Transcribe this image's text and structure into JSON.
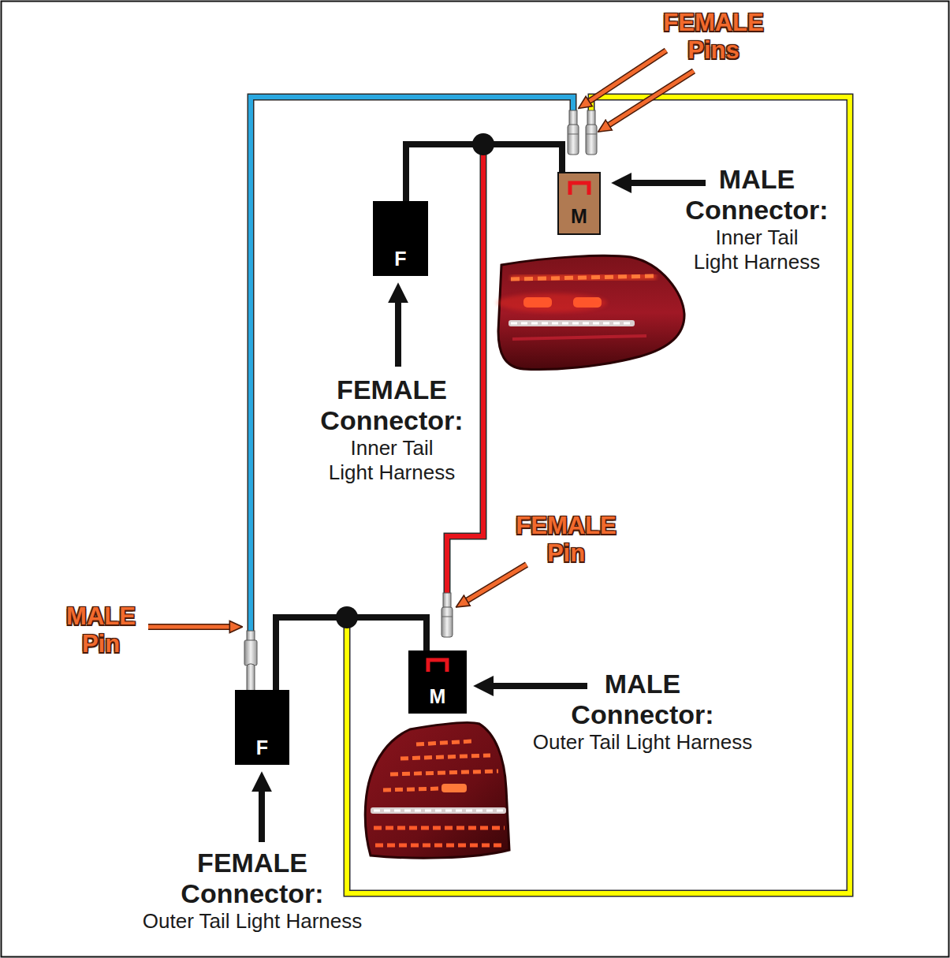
{
  "diagram": {
    "nodes": [
      {
        "text": [
          "F"
        ]
      },
      {
        "text": [
          "M"
        ]
      },
      {
        "text": [
          "F"
        ]
      },
      {
        "text": [
          "M"
        ]
      }
    ],
    "edges": [
      {
        "from": 0,
        "to": 1,
        "arrow": "none"
      },
      {
        "from": 2,
        "to": 3,
        "arrow": "none"
      }
    ],
    "labels": [
      "FEMALE Pins",
      "MALE Connector:",
      "Inner Tail Light Harness",
      "FEMALE Connector:",
      "Inner Tail Light Harness",
      "FEMALE Pin",
      "MALE Pin",
      "MALE Connector:",
      "Outer Tail Light Harness",
      "FEMALE Connector:",
      "Outer Tail Light Harness"
    ]
  }
}
